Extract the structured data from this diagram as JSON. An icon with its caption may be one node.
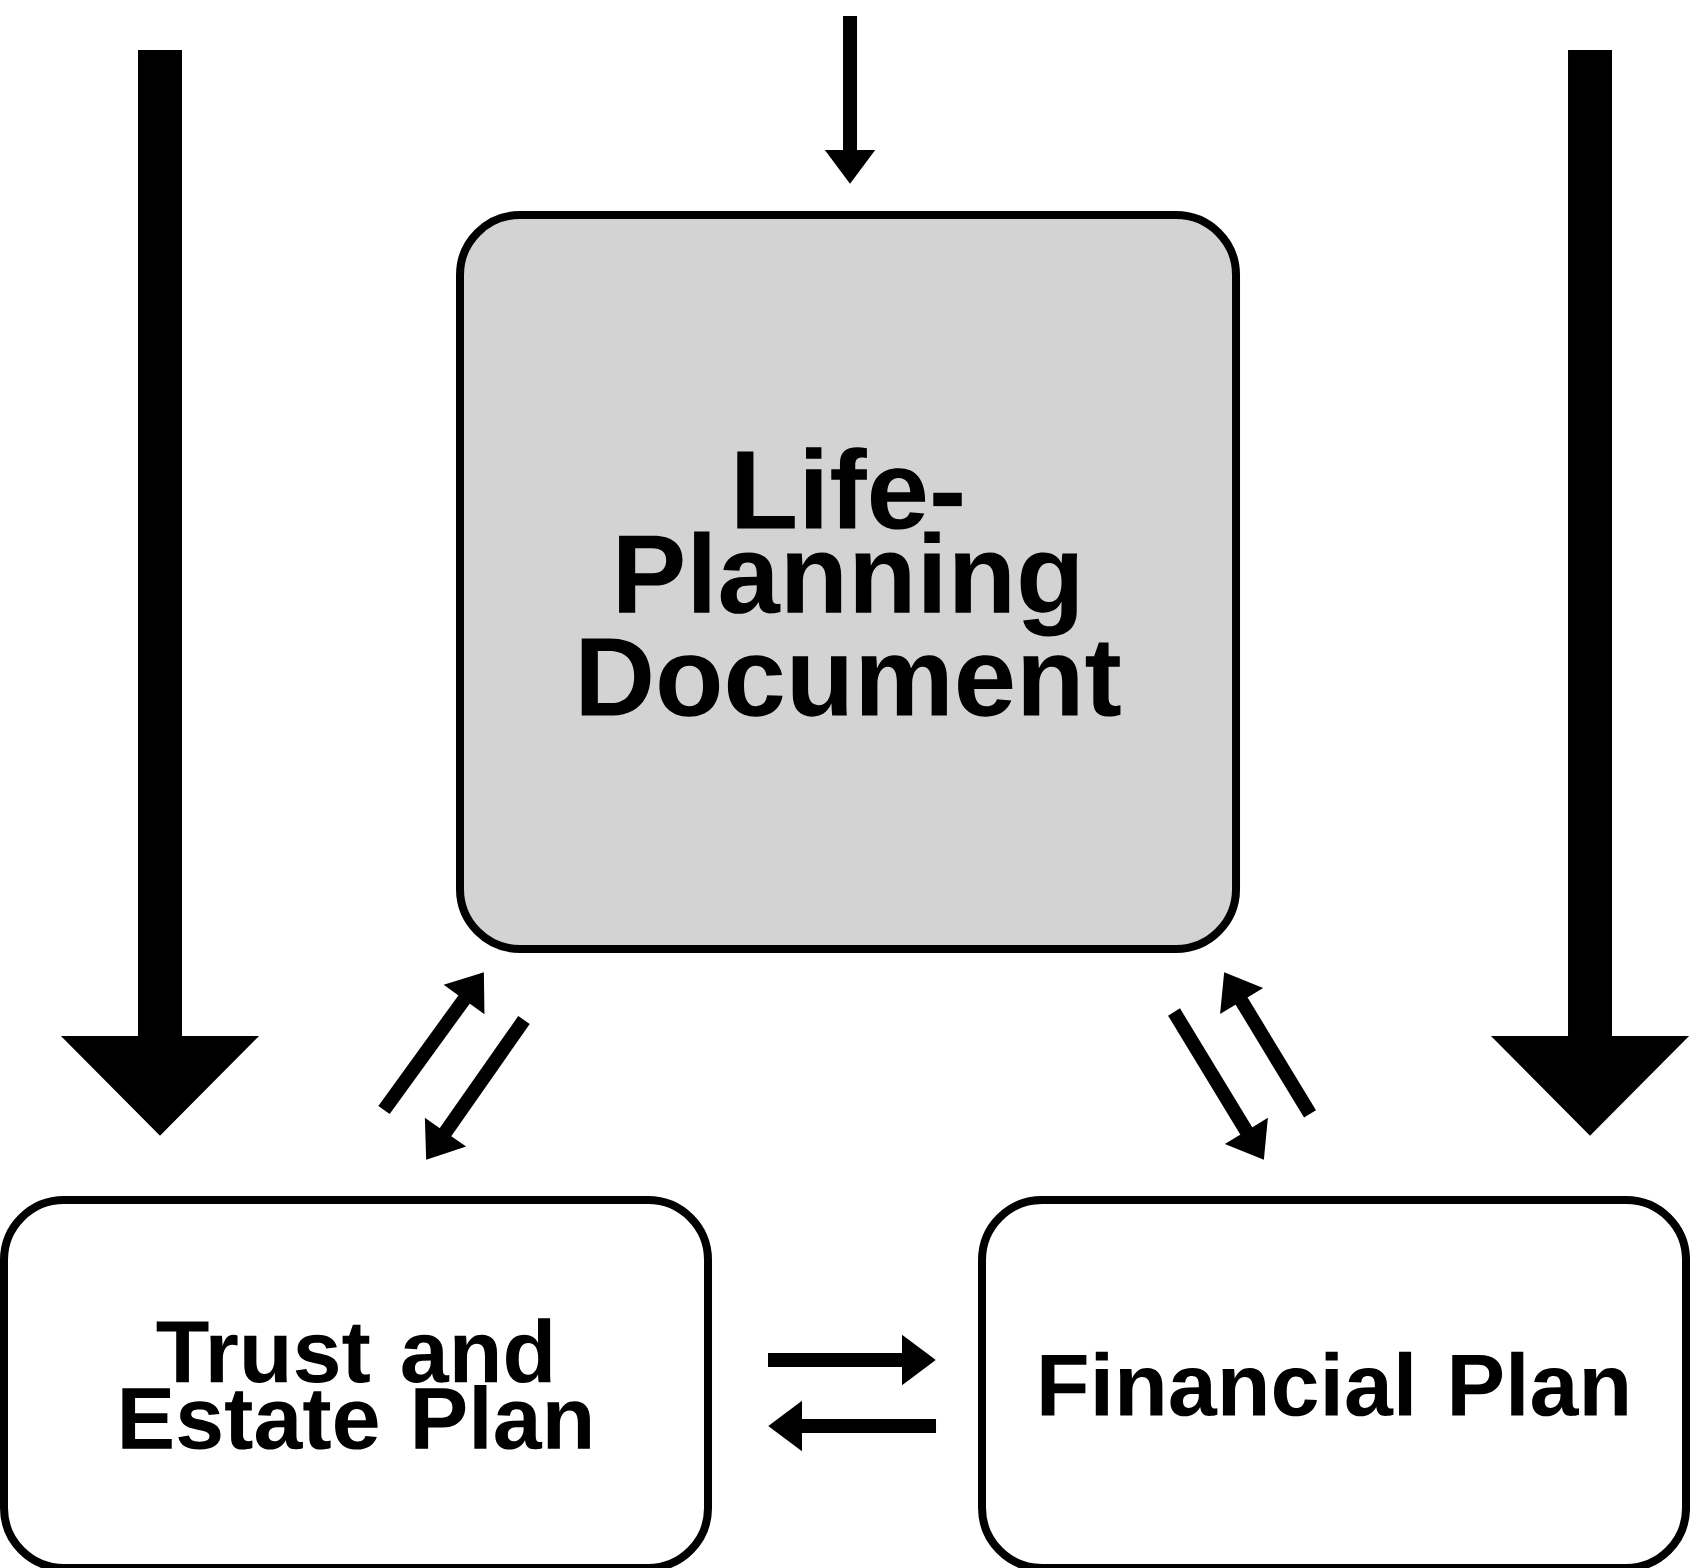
{
  "diagram": {
    "nodes": [
      {
        "text": [
          "Life-Planning Document"
        ]
      },
      {
        "text": [
          "Trust and Estate Plan"
        ]
      },
      {
        "text": [
          "Financial Plan"
        ]
      }
    ],
    "edges": [
      {
        "from": null,
        "to": 0,
        "arrow": "to"
      },
      {
        "from": null,
        "to": 1,
        "arrow": "to",
        "style": "thick"
      },
      {
        "from": null,
        "to": 2,
        "arrow": "to",
        "style": "thick"
      },
      {
        "from": 1,
        "to": 0,
        "arrow": "to"
      },
      {
        "from": 0,
        "to": 1,
        "arrow": "to"
      },
      {
        "from": 0,
        "to": 2,
        "arrow": "to"
      },
      {
        "from": 2,
        "to": 0,
        "arrow": "to"
      },
      {
        "from": 1,
        "to": 2,
        "arrow": "to"
      },
      {
        "from": 2,
        "to": 1,
        "arrow": "to"
      }
    ]
  }
}
